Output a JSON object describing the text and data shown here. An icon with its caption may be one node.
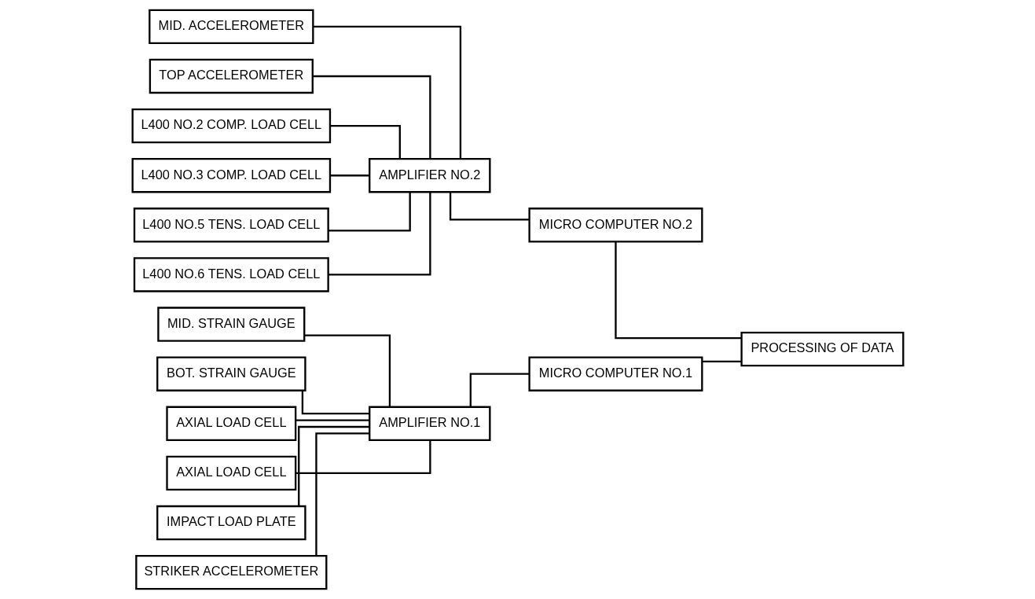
{
  "diagram": {
    "nodes": [
      {
        "text": [
          "MID. STRAIN GAUGE"
        ]
      },
      {
        "text": [
          "BOT. STRAIN GAUGE"
        ]
      },
      {
        "text": [
          "AXIAL LOAD CELL"
        ]
      },
      {
        "text": [
          "AXIAL LOAD CELL"
        ]
      },
      {
        "text": [
          "IMPACT LOAD PLATE"
        ]
      },
      {
        "text": [
          "STRIKER ACCELEROMETER"
        ]
      },
      {
        "text": [
          "AMPLIFIER NO.1"
        ]
      },
      {
        "text": [
          "MICRO COMPUTER NO.1"
        ]
      },
      {
        "text": [
          "PROCESSING OF DATA"
        ]
      },
      {
        "text": [
          "MID. ACCELEROMETER"
        ]
      },
      {
        "text": [
          "TOP ACCELEROMETER"
        ]
      },
      {
        "text": [
          "L400 NO.2 COMP. LOAD CELL"
        ]
      },
      {
        "text": [
          "L400 NO.3 COMP. LOAD CELL"
        ]
      },
      {
        "text": [
          "L400 NO.5 TENS. LOAD CELL"
        ]
      },
      {
        "text": [
          "L400 NO.6 TENS. LOAD CELL"
        ]
      },
      {
        "text": [
          "AMPLIFIER NO.2"
        ]
      },
      {
        "text": [
          "MICRO COMPUTER NO.2"
        ]
      }
    ],
    "edges": [
      {
        "from": 0,
        "to": 6,
        "arrow": "none"
      },
      {
        "from": 1,
        "to": 6,
        "arrow": "none"
      },
      {
        "from": 2,
        "to": 6,
        "arrow": "none"
      },
      {
        "from": 3,
        "to": 6,
        "arrow": "none"
      },
      {
        "from": 4,
        "to": 6,
        "arrow": "none"
      },
      {
        "from": 5,
        "to": 6,
        "arrow": "none"
      },
      {
        "from": 6,
        "to": 7,
        "arrow": "none"
      },
      {
        "from": 7,
        "to": 8,
        "arrow": "none"
      },
      {
        "from": 9,
        "to": 15,
        "arrow": "none"
      },
      {
        "from": 10,
        "to": 15,
        "arrow": "none"
      },
      {
        "from": 11,
        "to": 15,
        "arrow": "none"
      },
      {
        "from": 12,
        "to": 15,
        "arrow": "none"
      },
      {
        "from": 13,
        "to": 15,
        "arrow": "none"
      },
      {
        "from": 14,
        "to": 15,
        "arrow": "none"
      },
      {
        "from": 15,
        "to": 16,
        "arrow": "none"
      },
      {
        "from": 16,
        "to": 8,
        "arrow": "none"
      }
    ]
  }
}
